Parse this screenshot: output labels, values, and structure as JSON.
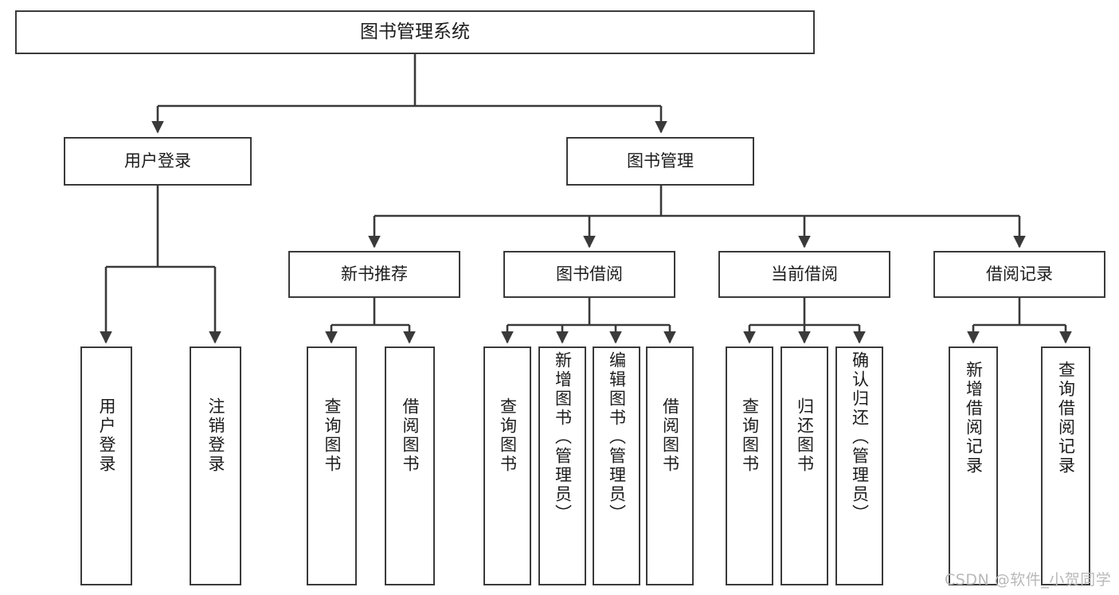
{
  "diagram": {
    "type": "tree",
    "title": "图书管理系统",
    "root": {
      "label": "图书管理系统"
    },
    "level1": [
      {
        "label": "用户登录"
      },
      {
        "label": "图书管理"
      }
    ],
    "level2": [
      {
        "label": "新书推荐"
      },
      {
        "label": "图书借阅"
      },
      {
        "label": "当前借阅"
      },
      {
        "label": "借阅记录"
      }
    ],
    "leaves": {
      "user_login": [
        {
          "label": "用户登录"
        },
        {
          "label": "注销登录"
        }
      ],
      "new_book": [
        {
          "label": "查询图书"
        },
        {
          "label": "借阅图书"
        }
      ],
      "borrow_book": [
        {
          "label": "查询图书"
        },
        {
          "label": "新增图书（管理员）"
        },
        {
          "label": "编辑图书（管理员）"
        },
        {
          "label": "借阅图书"
        }
      ],
      "current_borrow": [
        {
          "label": "查询图书"
        },
        {
          "label": "归还图书"
        },
        {
          "label": "确认归还（管理员）"
        }
      ],
      "borrow_record": [
        {
          "label": "新增借阅记录"
        },
        {
          "label": "查询借阅记录"
        }
      ]
    }
  },
  "watermark": {
    "text": "CSDN @软件_小贺同学"
  },
  "colors": {
    "box_border": "#3a3a3a",
    "box_fill": "#ffffff",
    "line": "#3a3a3a",
    "text": "#1c1c1c",
    "watermark": "#b9b9b9"
  }
}
